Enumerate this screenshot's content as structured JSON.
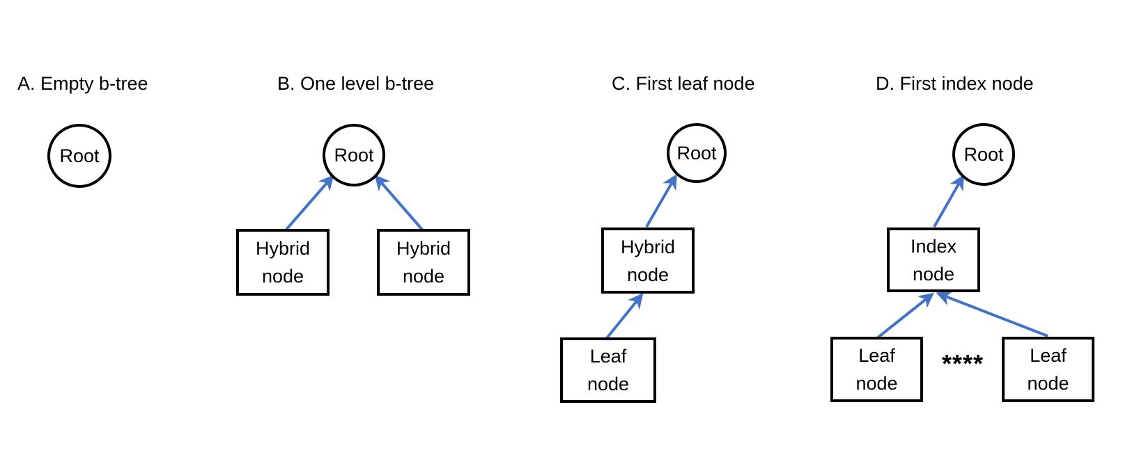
{
  "colors": {
    "arrow": "#4472C4",
    "shape_stroke": "#000000",
    "background": "#ffffff"
  },
  "panels": {
    "a": {
      "title": "A. Empty b-tree",
      "root_label": "Root"
    },
    "b": {
      "title": "B. One level b-tree",
      "root_label": "Root",
      "left_child": {
        "line1": "Hybrid",
        "line2": "node"
      },
      "right_child": {
        "line1": "Hybrid",
        "line2": "node"
      }
    },
    "c": {
      "title": "C. First leaf node",
      "root_label": "Root",
      "hybrid": {
        "line1": "Hybrid",
        "line2": "node"
      },
      "leaf": {
        "line1": "Leaf",
        "line2": "node"
      }
    },
    "d": {
      "title": "D. First index node",
      "root_label": "Root",
      "index": {
        "line1": "Index",
        "line2": "node"
      },
      "left_leaf": {
        "line1": "Leaf",
        "line2": "node"
      },
      "right_leaf": {
        "line1": "Leaf",
        "line2": "node"
      },
      "separator": "****"
    }
  }
}
